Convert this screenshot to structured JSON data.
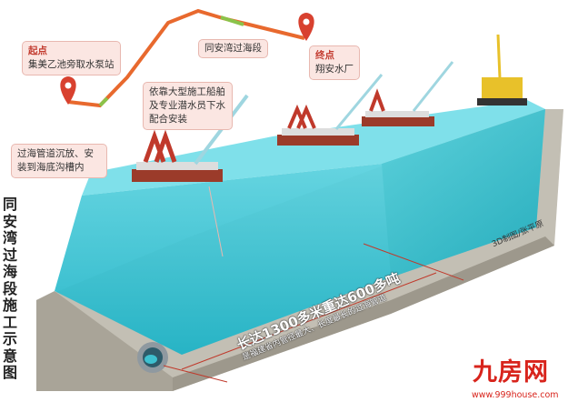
{
  "title": "同安湾过海段施工示意图",
  "callouts": {
    "start_head": "起点",
    "start_body": "集美乙池旁取水泵站",
    "segment": "同安湾过海段",
    "end_head": "终点",
    "end_body": "翔安水厂",
    "ships": "依靠大型施工船舶及专业潜水员下水配合安装",
    "pipe": "过海管道沉放、安装到海底沟槽内"
  },
  "pipeline_caption": {
    "line1": "长达1300多米重达600多吨",
    "line2": "是福建省内管径最大、长度最长的过海管道"
  },
  "credit": "3D制图/张平原",
  "watermark": {
    "logo": "九房网",
    "url": "www.999house.com"
  },
  "colors": {
    "route": "#e8692e",
    "route_sea": "#8bc34a",
    "pin": "#d8412f",
    "water": "#3cc6d6",
    "seabed": "#b9b4a8",
    "brand": "#d8241c"
  }
}
